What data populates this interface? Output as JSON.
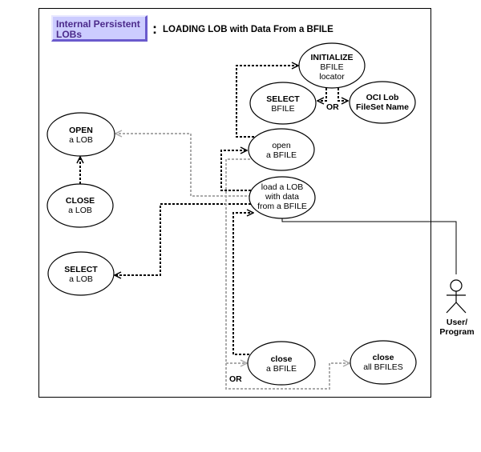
{
  "header": {
    "tag": [
      "Internal Persistent",
      "LOBs"
    ],
    "colon": ":",
    "title": "LOADING LOB with Data From a BFILE"
  },
  "use_cases": {
    "initialize": [
      "INITIALIZE",
      "BFILE",
      "locator"
    ],
    "select_bfile": [
      "SELECT",
      "BFILE"
    ],
    "oci_lob": [
      "OCI Lob",
      "FileSet Name"
    ],
    "open_lob": [
      "OPEN",
      "a LOB"
    ],
    "open_bfile": [
      "open",
      "a BFILE"
    ],
    "close_lob": [
      "CLOSE",
      "a LOB"
    ],
    "load_lob": [
      "load a LOB",
      "with data",
      "from a BFILE"
    ],
    "select_lob": [
      "SELECT",
      "a LOB"
    ],
    "close_bfile": [
      "close",
      "a BFILE"
    ],
    "close_all": [
      "close",
      "all BFILES"
    ]
  },
  "labels": {
    "or_top": "OR",
    "or_bottom": "OR"
  },
  "actor": {
    "label": [
      "User/",
      "Program"
    ]
  },
  "colors": {
    "tag_bg": "#ccccff",
    "tag_text": "#4b2a8a",
    "dashed_black": "#000000",
    "dashed_gray": "#aaaaaa"
  }
}
